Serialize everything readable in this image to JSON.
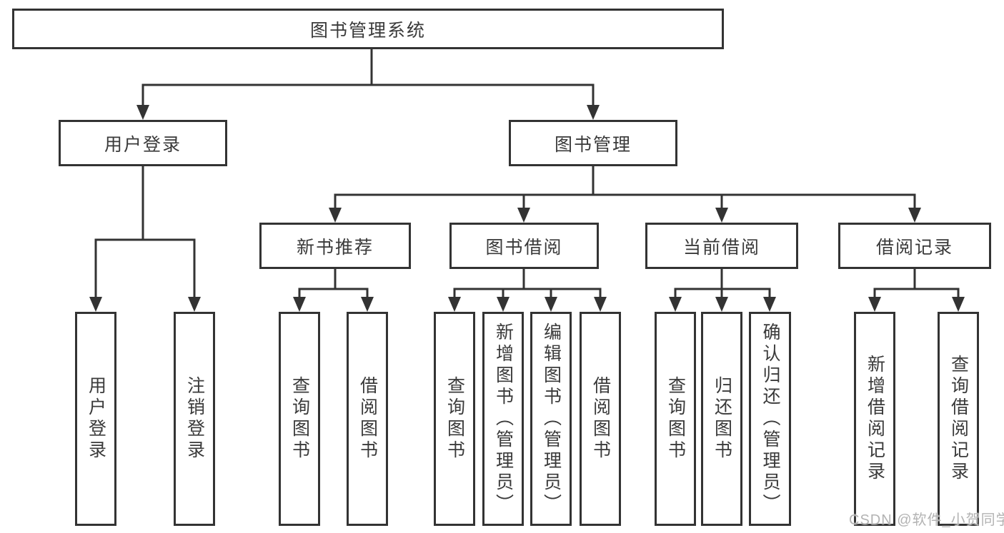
{
  "tree": {
    "root": {
      "label": "图书管理系统",
      "children": [
        {
          "label": "用户登录",
          "children": [
            {
              "label": "用户登录"
            },
            {
              "label": "注销登录"
            }
          ]
        },
        {
          "label": "图书管理",
          "children": [
            {
              "label": "新书推荐",
              "children": [
                {
                  "label": "查询图书"
                },
                {
                  "label": "借阅图书"
                }
              ]
            },
            {
              "label": "图书借阅",
              "children": [
                {
                  "label": "查询图书"
                },
                {
                  "label": "新增图书（管理员）"
                },
                {
                  "label": "编辑图书（管理员）"
                },
                {
                  "label": "借阅图书"
                }
              ]
            },
            {
              "label": "当前借阅",
              "children": [
                {
                  "label": "查询图书"
                },
                {
                  "label": "归还图书"
                },
                {
                  "label": "确认归还（管理员）"
                }
              ]
            },
            {
              "label": "借阅记录",
              "children": [
                {
                  "label": "新增借阅记录"
                },
                {
                  "label": "查询借阅记录"
                }
              ]
            }
          ]
        }
      ]
    }
  },
  "watermark": {
    "text": "CSDN @软件_小贺同学"
  },
  "colors": {
    "line": "#333333",
    "text": "#3a3a3a",
    "watermark": "#b3b3b3",
    "background": "#ffffff"
  }
}
